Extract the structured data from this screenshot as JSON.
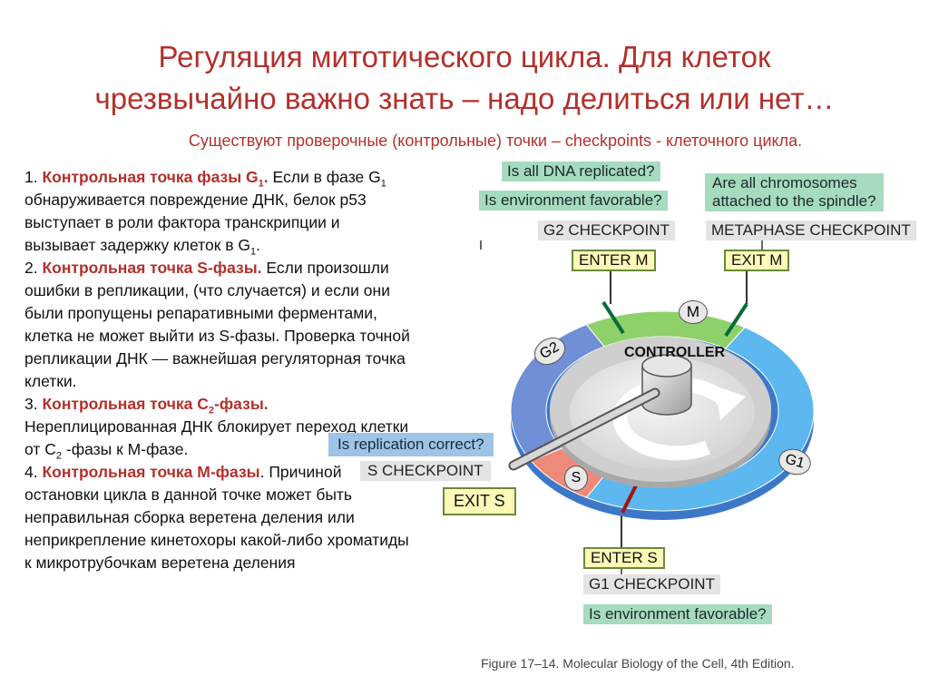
{
  "title_line1": "Регуляция митотического цикла. Для клеток",
  "title_line2": "чрезвычайно важно знать – надо делиться или нет…",
  "subtitle": "Существуют проверочные (контрольные) точки – checkpoints - клеточного цикла.",
  "items": [
    {
      "num": "1. ",
      "heading_pre": "Контрольная точка фазы G",
      "heading_sub": "1",
      "heading_post": ".",
      "t1": " Если в фазе G",
      "t1_sub": "1",
      "t2": " обнаруживается повреждение ДНК, белок p53 выступает в роли фактора транскрипции и вызывает задержку клеток в G",
      "t2_sub": "1",
      "t3": "."
    },
    {
      "num": "2. ",
      "heading": "Контрольная точка S-фазы.",
      "text": " Если произошли ошибки в репликации, (что случается) и если они были пропущены репаративными ферментами, клетка не может выйти из S-фазы. Проверка точной репликации ДНК — важнейшая регуляторная точка клетки."
    },
    {
      "num": "3. ",
      "heading_pre": "Контрольная точка С",
      "heading_sub": "2",
      "heading_post": "-фазы.",
      "t1": " Нереплицированная ДНК блокирует переход клетки от С",
      "t1_sub": "2",
      "t2": " -фазы к М-фазе."
    },
    {
      "num": "4. ",
      "heading": "Контрольная точка М-фазы",
      "text": ". Причиной остановки цикла в данной точке может быть неправильная сборка веретена деления или неприкрепление кинетохоры какой-либо хроматиды к микротрубочкам веретена деления"
    }
  ],
  "diagram": {
    "g2_q1": "Is all DNA replicated?",
    "g2_q2": "Is environment favorable?",
    "g2_checkpoint": "G2 CHECKPOINT",
    "meta_q1": "Are all chromosomes",
    "meta_q2": "attached to the spindle?",
    "meta_checkpoint": "METAPHASE CHECKPOINT",
    "enter_m": "ENTER M",
    "exit_m": "EXIT M",
    "s_q": "Is replication correct?",
    "s_checkpoint": "S CHECKPOINT",
    "exit_s": "EXIT S",
    "enter_s": "ENTER S",
    "g1_checkpoint": "G1 CHECKPOINT",
    "g1_q": "Is environment favorable?",
    "controller": "CONTROLLER",
    "phase_m": "M",
    "phase_g2": "G2",
    "phase_g1": "G1",
    "phase_s": "S",
    "caption": "Figure 17–14. Molecular Biology of the Cell, 4th Edition."
  },
  "colors": {
    "title": "#b3302b",
    "phase_m": "#8ed16a",
    "phase_g2": "#6f8fd6",
    "phase_g1": "#5cb8ee",
    "phase_s": "#ee8a7a",
    "question_green": "#a6dbbf",
    "question_blue": "#9dc3e6",
    "exit_box": "#fff8b8"
  }
}
